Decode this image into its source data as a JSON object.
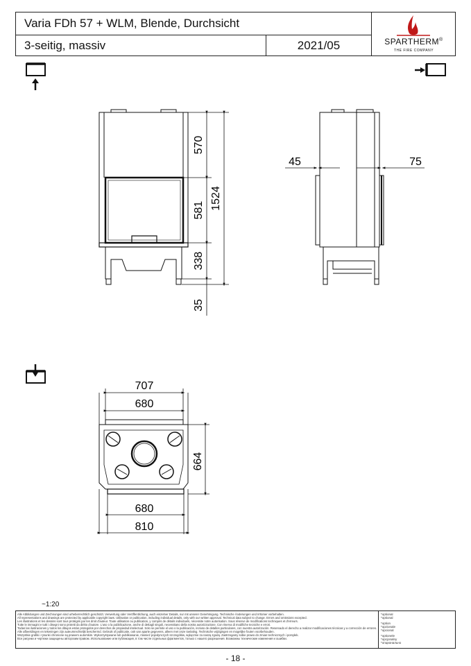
{
  "header": {
    "title": "Varia FDh 57 + WLM, Blende, Durchsicht",
    "subtitle": "3-seitig, massiv",
    "date": "2021/05",
    "brand": "SPARTHERM",
    "brand_mark": "®",
    "tagline": "THE FIRE COMPANY"
  },
  "front_view": {
    "dims": [
      "570",
      "581",
      "338",
      "35",
      "1524"
    ]
  },
  "side_view": {
    "dims": [
      "45",
      "75"
    ]
  },
  "top_view": {
    "dims_top": [
      "707",
      "680"
    ],
    "dims_right": [
      "664"
    ],
    "dims_bottom": [
      "680",
      "810"
    ]
  },
  "scale": "~1:20",
  "disclaimer": [
    "Alle Abbildungen und Zeichnungen sind urheberrechtlich geschützt. Verwertung oder Veröffentlichung, auch einzelner Details, nur mit unserer Genehmigung. Technische Änderungen und Irrtümer vorbehalten.",
    "All representations and drawings are protected by applicable copyright laws. Utilisation or publication, including individual details, only with our written approval. Technical data subject to change. Errors and omissions excepted.",
    "Les illustrations et les dessins sont tous protégés par les droit d'auteur. Toute utilisation ou publication, y compris de détails individuels, nécessite notre autorisation. Sous réserve de modifications techniques et d'erreurs.",
    "Tutte le immagini e tutti i disegni sono protetti da diritto d'autore. L'uso o la pubblicazione, anche di dettagli singoli, necessitano della nostra autorizzazione. Con riserva di modifiche tecniche e errori.",
    "Todas las ilustraciones y todos los dibujos están protegidos por derechos de propiedad intelectual. Solo se permite el uso o la publicación, incluso de detalles particulares, con nuestra autorización. Reservado el derecho a realizar modificaciones técnicas y a corrección de errores.",
    "Alle afbeeldingen en tekeningen zijn auteursrechtelijk beschermd. Gebruik of publicatie, ook van aparte gegevens, alleen met onze toelating. Technische wijzigingen en mogelijke fouten voorbehouden.",
    "Wszystkie grafiki i rysunki chronione są prawem autorskim. Wykorzystywanie lub publikowanie, również pojedynczych szczegółów, wyłącznie za naszą zgodą. Zastrzegamy sobie prawo do zmian technicznych i pomyłek.",
    "Все рисунки и чертежи защищены авторским правом. Использование или публикация, в том числе отдельных фрагментов, только с нашего разрешения. Возможны технические изменения и ошибки."
  ],
  "optional_notes": [
    "*optional",
    "*optional",
    "",
    "*option",
    "*opzionale",
    "*opcional",
    "",
    "*optionele",
    "*opcjonalny",
    "*опционально"
  ],
  "page_number": "- 18 -"
}
